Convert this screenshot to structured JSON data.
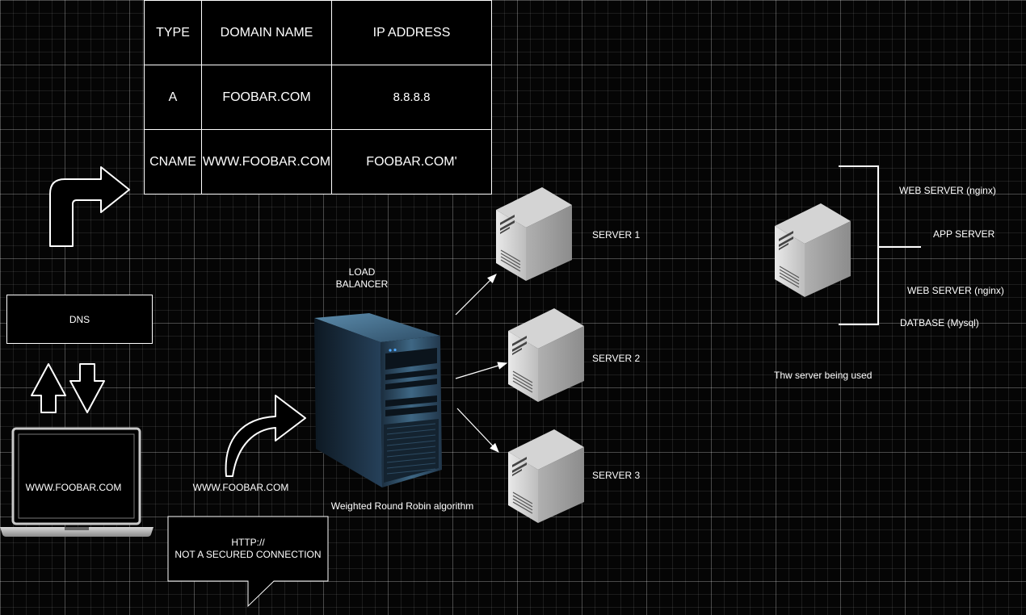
{
  "dns_table": {
    "headers": [
      "TYPE",
      "DOMAIN NAME",
      "IP ADDRESS"
    ],
    "rows": [
      [
        "A",
        "FOOBAR.COM",
        "8.8.8.8"
      ],
      [
        "CNAME",
        "WWW.FOOBAR.COM",
        "FOOBAR.COM'"
      ]
    ]
  },
  "dns_box": {
    "label": "DNS"
  },
  "laptop": {
    "screen_text": "WWW.FOOBAR.COM"
  },
  "request_label": "WWW.FOOBAR.COM",
  "speech_bubble": {
    "line1": "HTTP://",
    "line2": "NOT A SECURED CONNECTION"
  },
  "load_balancer": {
    "label_line1": "LOAD",
    "label_line2": "BALANCER",
    "algorithm": "Weighted Round Robin algorithm"
  },
  "servers": [
    {
      "label": "SERVER 1"
    },
    {
      "label": "SERVER 2"
    },
    {
      "label": "SERVER 3"
    }
  ],
  "server_stack": {
    "components": [
      "WEB SERVER (nginx)",
      "APP SERVER",
      "WEB SERVER (nginx)",
      "DATBASE (Mysql)"
    ],
    "caption": "Thw server being used"
  }
}
